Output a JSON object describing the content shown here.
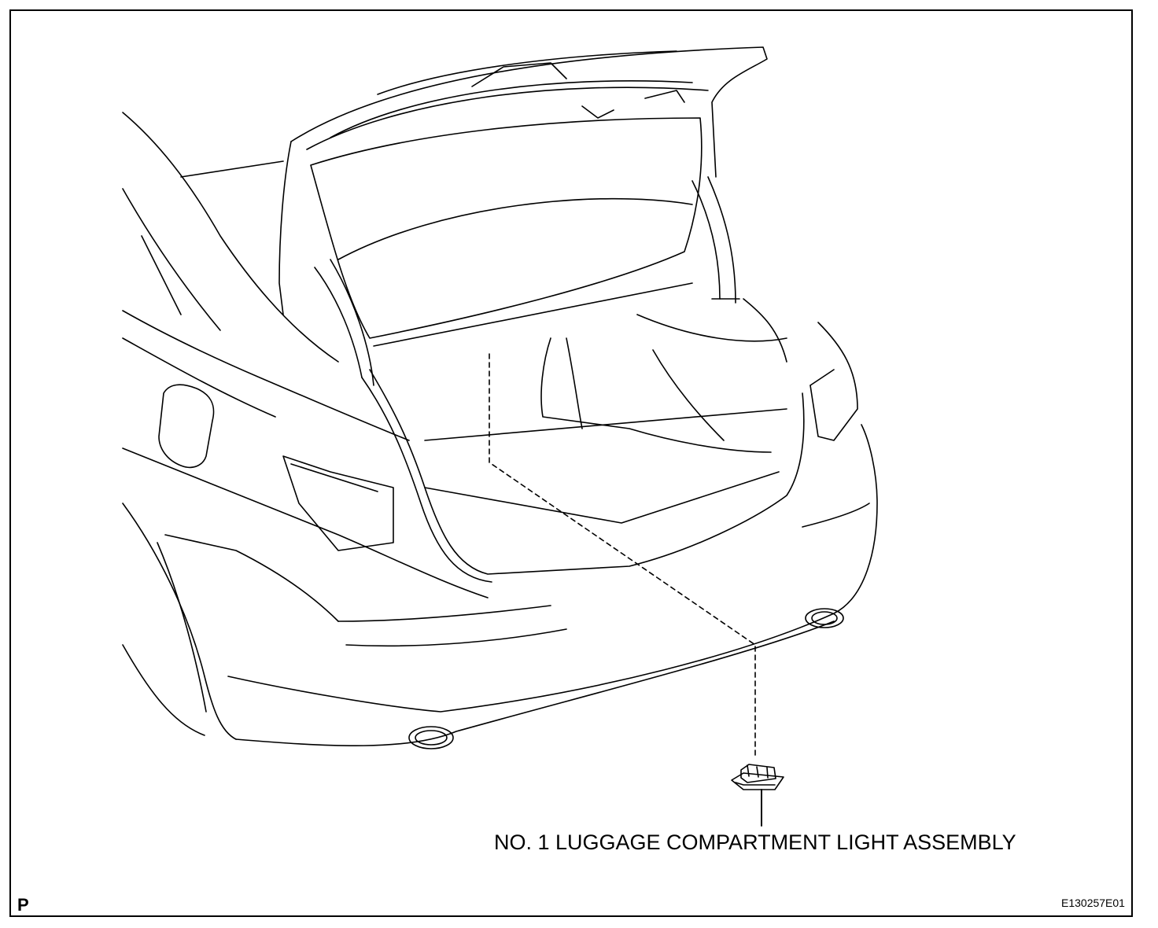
{
  "diagram": {
    "callout_label": "NO. 1 LUGGAGE COMPARTMENT LIGHT ASSEMBLY",
    "corner_mark": "P",
    "figure_id": "E130257E01"
  },
  "colors": {
    "line": "#000000",
    "background": "#ffffff"
  }
}
